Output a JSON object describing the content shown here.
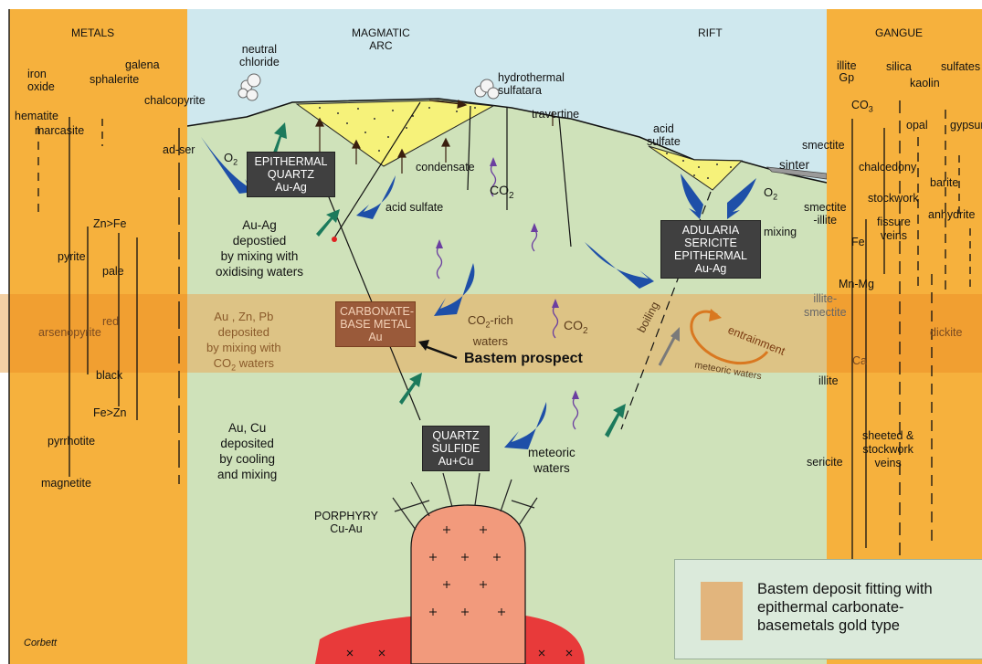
{
  "columns": {
    "metals": {
      "title": "METALS",
      "color": "#f6b13d"
    },
    "gangue": {
      "title": "GANGUE",
      "color": "#f6b13d"
    }
  },
  "settings": {
    "magmatic_arc": "MAGMATIC\nARC",
    "rift": "RIFT"
  },
  "colors": {
    "sky": "#cfe8ee",
    "ground": "#cfe2ba",
    "band": "#e9a95a",
    "deposit_fill": "#f6f27a",
    "porphyry_core": "#f29a7c",
    "intrusion": "#e83a3a",
    "arrow_blue": "#1e4fa8",
    "arrow_green": "#1c7a5c"
  },
  "metals_labels": {
    "iron_oxide": "iron\noxide",
    "galena": "galena",
    "sphalerite": "sphalerite",
    "chalcopyrite": "chalcopyrite",
    "hematite": "hematite",
    "marcasite": "marcasite",
    "zn_fe": "Zn>Fe",
    "pyrite": "pyrite",
    "pale": "pale",
    "red": "red",
    "arsenopyrite": "arsenopyrite",
    "black": "black",
    "fe_zn": "Fe>Zn",
    "pyrrhotite": "pyrrhotite",
    "magnetite": "magnetite",
    "credit": "Corbett"
  },
  "gangue_labels": {
    "illite_gp": "illite\nGp",
    "silica": "silica",
    "sulfates": "sulfates",
    "kaolin": "kaolin",
    "co3": "CO",
    "co3_sub": "3",
    "opal": "opal",
    "gypsum": "gypsum",
    "smectite": "smectite",
    "sinter": "sinter",
    "chalcedony": "chalcedony",
    "barite": "barite",
    "smectite_illite": "smectite\n-illite",
    "stockwork": "stockwork",
    "fissure_veins": "fissure\nveins",
    "anhydrite": "anhydrite",
    "fe": "Fe",
    "mn_mg": "Mn-Mg",
    "illite_smectite": "illite-\nsmectite",
    "dickite": "dickite",
    "ca": "Ca",
    "illite": "illite",
    "sericite": "sericite",
    "sheeted_stockwork": "sheeted &\nstockwork\nveins"
  },
  "diagram_labels": {
    "neutral_chloride": "neutral\nchloride",
    "hydrothermal_sulfatara": "hydrothermal\nsulfatara",
    "travertine": "travertine",
    "acid_sulfate_top": "acid\nsulfate",
    "ad_ser": "ad-ser",
    "o2_left": "O",
    "o2_right": "O",
    "o2_sub": "2",
    "condensate": "condensate",
    "co2_center": "CO",
    "co2_sub": "2",
    "acid_sulfate_mid": "acid sulfate",
    "mixing": "mixing",
    "au_ag_deposited": "Au-Ag\ndepostied\nby mixing with\noxidising waters",
    "au_zn_pb_deposited": "Au , Zn, Pb\ndeposited\nby mixing with\nCO",
    "co2_waters_tail": " waters",
    "co2_rich_waters": "CO",
    "co2_rich_tail": "-rich\nwaters",
    "co2_band": "CO",
    "boiling": "boiling",
    "entrainment": "entrainment",
    "meteoric_waters_band": "meteoric waters",
    "au_cu_deposited": "Au, Cu\ndeposited\nby cooling\nand mixing",
    "meteoric_waters": "meteoric\nwaters",
    "porphyry": "PORPHYRY\nCu-Au",
    "bastem_prospect": "Bastem prospect"
  },
  "boxes": {
    "epithermal_quartz": [
      "EPITHERMAL",
      "QUARTZ",
      "Au-Ag"
    ],
    "adularia_sericite": [
      "ADULARIA",
      "SERICITE",
      "EPITHERMAL",
      "Au-Ag"
    ],
    "carbonate_base_metal": [
      "CARBONATE-",
      "BASE METAL",
      "Au"
    ],
    "quartz_sulfide": [
      "QUARTZ",
      "SULFIDE",
      "Au+Cu"
    ]
  },
  "legend": {
    "text": "Bastem deposit fitting with\nepithermal carbonate-\nbasemetals gold type",
    "swatch_color": "#e2b57d"
  }
}
